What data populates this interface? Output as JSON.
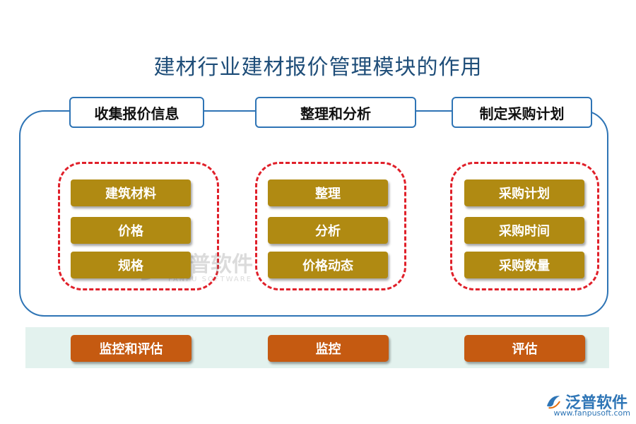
{
  "title": "建材行业建材报价管理模块的作用",
  "columns": [
    {
      "header": "收集报价信息",
      "items": [
        "建筑材料",
        "价格",
        "规格"
      ]
    },
    {
      "header": "整理和分析",
      "items": [
        "整理",
        "分析",
        "价格动态"
      ]
    },
    {
      "header": "制定采购计划",
      "items": [
        "采购计划",
        "采购时间",
        "采购数量"
      ]
    }
  ],
  "bottom": [
    "监控和评估",
    "监控",
    "评估"
  ],
  "watermark": {
    "name": "泛普软件",
    "sub": "FANPU SOFTWARE"
  },
  "logo": {
    "name": "泛普软件",
    "url": "www.fanpusoft.com"
  },
  "colors": {
    "title": "#1f4e79",
    "frame": "#2e74b5",
    "dashed": "#e0202a",
    "gold": "#b08a12",
    "orange": "#c55a11",
    "band": "#e3f2ee"
  }
}
